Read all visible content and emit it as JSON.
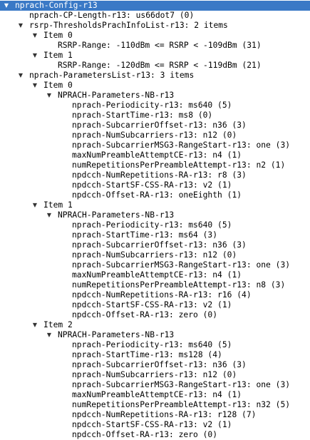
{
  "tree": {
    "rows": [
      {
        "text": "nprach-Config-r13",
        "depth": 0,
        "expander": "expanded",
        "selected": true
      },
      {
        "text": "nprach-CP-Length-r13: us66dot7 (0)",
        "depth": 1,
        "expander": "none"
      },
      {
        "text": "rsrp-ThresholdsPrachInfoList-r13: 2 items",
        "depth": 1,
        "expander": "expanded"
      },
      {
        "text": "Item 0",
        "depth": 2,
        "expander": "expanded"
      },
      {
        "text": "RSRP-Range: -110dBm <= RSRP < -109dBm (31)",
        "depth": 3,
        "expander": "none"
      },
      {
        "text": "Item 1",
        "depth": 2,
        "expander": "expanded"
      },
      {
        "text": "RSRP-Range: -120dBm <= RSRP < -119dBm (21)",
        "depth": 3,
        "expander": "none"
      },
      {
        "text": "nprach-ParametersList-r13: 3 items",
        "depth": 1,
        "expander": "expanded"
      },
      {
        "text": "Item 0",
        "depth": 2,
        "expander": "expanded"
      },
      {
        "text": "NPRACH-Parameters-NB-r13",
        "depth": 3,
        "expander": "expanded"
      },
      {
        "text": "nprach-Periodicity-r13: ms640 (5)",
        "depth": 4,
        "expander": "none"
      },
      {
        "text": "nprach-StartTime-r13: ms8 (0)",
        "depth": 4,
        "expander": "none"
      },
      {
        "text": "nprach-SubcarrierOffset-r13: n36 (3)",
        "depth": 4,
        "expander": "none"
      },
      {
        "text": "nprach-NumSubcarriers-r13: n12 (0)",
        "depth": 4,
        "expander": "none"
      },
      {
        "text": "nprach-SubcarrierMSG3-RangeStart-r13: one (3)",
        "depth": 4,
        "expander": "none"
      },
      {
        "text": "maxNumPreambleAttemptCE-r13: n4 (1)",
        "depth": 4,
        "expander": "none"
      },
      {
        "text": "numRepetitionsPerPreambleAttempt-r13: n2 (1)",
        "depth": 4,
        "expander": "none"
      },
      {
        "text": "npdcch-NumRepetitions-RA-r13: r8 (3)",
        "depth": 4,
        "expander": "none"
      },
      {
        "text": "npdcch-StartSF-CSS-RA-r13: v2 (1)",
        "depth": 4,
        "expander": "none"
      },
      {
        "text": "npdcch-Offset-RA-r13: oneEighth (1)",
        "depth": 4,
        "expander": "none"
      },
      {
        "text": "Item 1",
        "depth": 2,
        "expander": "expanded"
      },
      {
        "text": "NPRACH-Parameters-NB-r13",
        "depth": 3,
        "expander": "expanded"
      },
      {
        "text": "nprach-Periodicity-r13: ms640 (5)",
        "depth": 4,
        "expander": "none"
      },
      {
        "text": "nprach-StartTime-r13: ms64 (3)",
        "depth": 4,
        "expander": "none"
      },
      {
        "text": "nprach-SubcarrierOffset-r13: n36 (3)",
        "depth": 4,
        "expander": "none"
      },
      {
        "text": "nprach-NumSubcarriers-r13: n12 (0)",
        "depth": 4,
        "expander": "none"
      },
      {
        "text": "nprach-SubcarrierMSG3-RangeStart-r13: one (3)",
        "depth": 4,
        "expander": "none"
      },
      {
        "text": "maxNumPreambleAttemptCE-r13: n4 (1)",
        "depth": 4,
        "expander": "none"
      },
      {
        "text": "numRepetitionsPerPreambleAttempt-r13: n8 (3)",
        "depth": 4,
        "expander": "none"
      },
      {
        "text": "npdcch-NumRepetitions-RA-r13: r16 (4)",
        "depth": 4,
        "expander": "none"
      },
      {
        "text": "npdcch-StartSF-CSS-RA-r13: v2 (1)",
        "depth": 4,
        "expander": "none"
      },
      {
        "text": "npdcch-Offset-RA-r13: zero (0)",
        "depth": 4,
        "expander": "none"
      },
      {
        "text": "Item 2",
        "depth": 2,
        "expander": "expanded"
      },
      {
        "text": "NPRACH-Parameters-NB-r13",
        "depth": 3,
        "expander": "expanded"
      },
      {
        "text": "nprach-Periodicity-r13: ms640 (5)",
        "depth": 4,
        "expander": "none"
      },
      {
        "text": "nprach-StartTime-r13: ms128 (4)",
        "depth": 4,
        "expander": "none"
      },
      {
        "text": "nprach-SubcarrierOffset-r13: n36 (3)",
        "depth": 4,
        "expander": "none"
      },
      {
        "text": "nprach-NumSubcarriers-r13: n12 (0)",
        "depth": 4,
        "expander": "none"
      },
      {
        "text": "nprach-SubcarrierMSG3-RangeStart-r13: one (3)",
        "depth": 4,
        "expander": "none"
      },
      {
        "text": "maxNumPreambleAttemptCE-r13: n4 (1)",
        "depth": 4,
        "expander": "none"
      },
      {
        "text": "numRepetitionsPerPreambleAttempt-r13: n32 (5)",
        "depth": 4,
        "expander": "none"
      },
      {
        "text": "npdcch-NumRepetitions-RA-r13: r128 (7)",
        "depth": 4,
        "expander": "none"
      },
      {
        "text": "npdcch-StartSF-CSS-RA-r13: v2 (1)",
        "depth": 4,
        "expander": "none"
      },
      {
        "text": "npdcch-Offset-RA-r13: zero (0)",
        "depth": 4,
        "expander": "none"
      }
    ]
  },
  "icons": {
    "expanded": "expand-arrow-down-icon"
  },
  "colors": {
    "selection": "#3a79c6",
    "background": "#ffffff",
    "text": "#000000"
  }
}
